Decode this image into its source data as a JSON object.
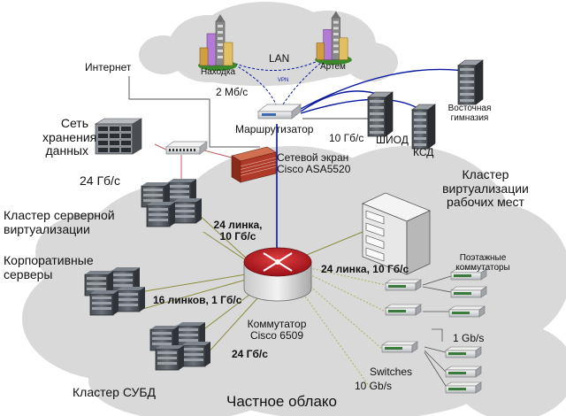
{
  "labels": {
    "internet": "Интернет",
    "lan": "LAN",
    "site_a": "Находка",
    "site_b": "Артем",
    "vpn": "VPN",
    "vpn_speed": "2 Мб/с",
    "router": "Маршрутизатор",
    "router_speed": "10 Гб/с",
    "server_shiod": "ШИОД",
    "server_ksd": "КСД",
    "server_gym": "Восточная\nгимназия",
    "storage": "Сеть\nхранения\nданных",
    "firewall": "Сетевой экран\nCisco ASA5520",
    "storage_speed": "24 Гб/с",
    "vcluster_workplaces": "Кластер\nвиртуализации\nрабочих мест",
    "server_virt_cluster": "Кластер серверной\nвиртуализации",
    "link_server_virt": "24 линка,\n10 Гб/с",
    "floor_switches": "Поэтажные\nкоммутаторы",
    "link_switches": "24 линка, 10 Гб/с",
    "corp_servers": "Корпоративные\nсерверы",
    "link_corp": "16 линков, 1 Гб/с",
    "core_switch": "Коммутатор\nCisco 6509",
    "speed_1gb": "1 Gb/s",
    "dbms_speed": "24 Гб/с",
    "switches": "Switches",
    "switches_speed": "10 Gb/s",
    "dbms_cluster": "Кластер СУБД",
    "private_cloud": "Частное облако"
  },
  "colors": {
    "cloud": "#d9d9d9",
    "vpn_link": "#0a1aa0",
    "wan_link": "#0a1aa0",
    "fiber_link": "#8c8c3c",
    "copper_link": "#b0b060",
    "local_link": "#c06060",
    "core_switch": "#c0202a",
    "firewall": "#b03a2a"
  }
}
